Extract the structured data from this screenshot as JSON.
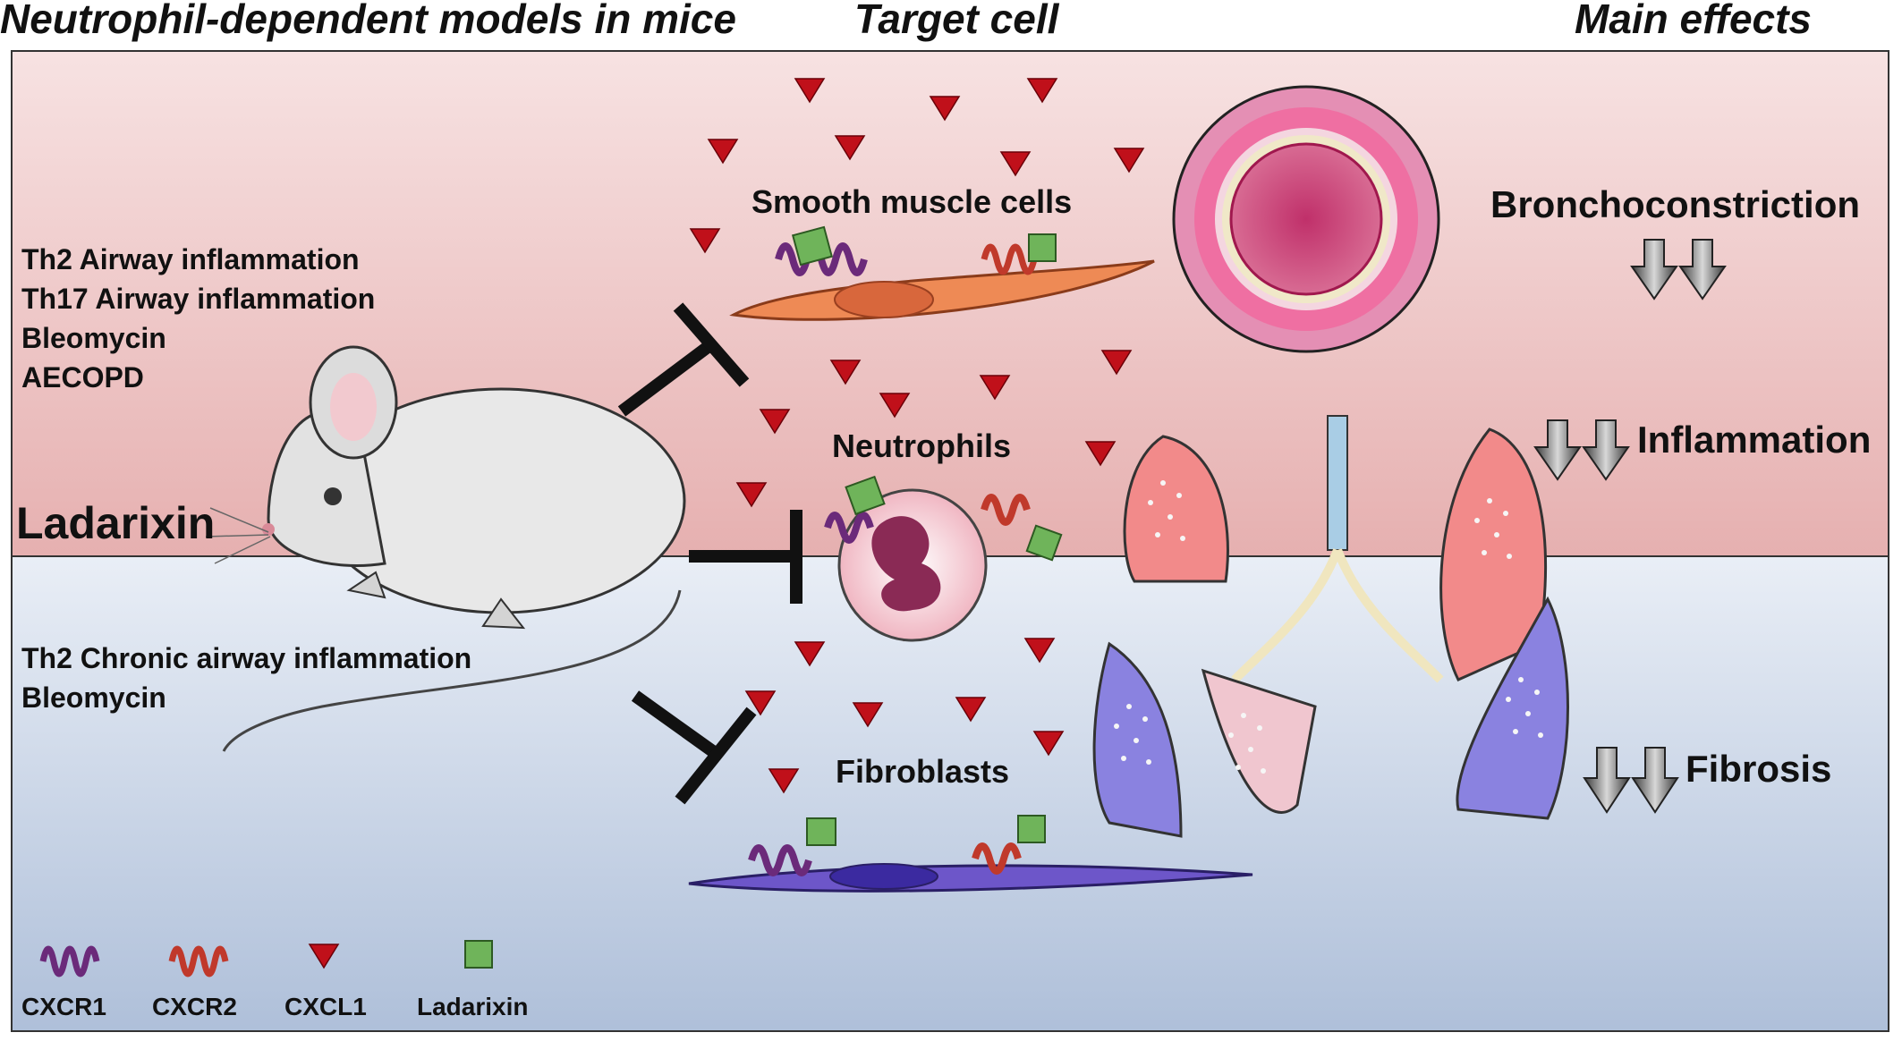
{
  "headers": {
    "models": "Neutrophil-dependent  models in mice",
    "target": "Target cell",
    "effects": "Main effects"
  },
  "drug": "Ladarixin",
  "models_top": [
    "Th2 Airway inflammation",
    "Th17 Airway inflammation",
    "Bleomycin",
    "AECOPD"
  ],
  "models_bottom": [
    "Th2 Chronic airway inflammation",
    "Bleomycin"
  ],
  "targets": {
    "smooth_muscle": "Smooth muscle cells",
    "neutrophils": "Neutrophils",
    "fibroblasts": "Fibroblasts"
  },
  "effects": {
    "bronchoconstriction": "Bronchoconstriction",
    "inflammation": "Inflammation",
    "fibrosis": "Fibrosis"
  },
  "legend": [
    "CXCR1",
    "CXCR2",
    "CXCL1",
    "Ladarixin"
  ],
  "colors": {
    "top_band": "#e6b0b0",
    "bottom_band": "#aebfd9",
    "cxcr1": "#6b2a7a",
    "cxcr2": "#c0392b",
    "cxcl1": "#c0101a",
    "ladarixin": "#6fb45a"
  }
}
